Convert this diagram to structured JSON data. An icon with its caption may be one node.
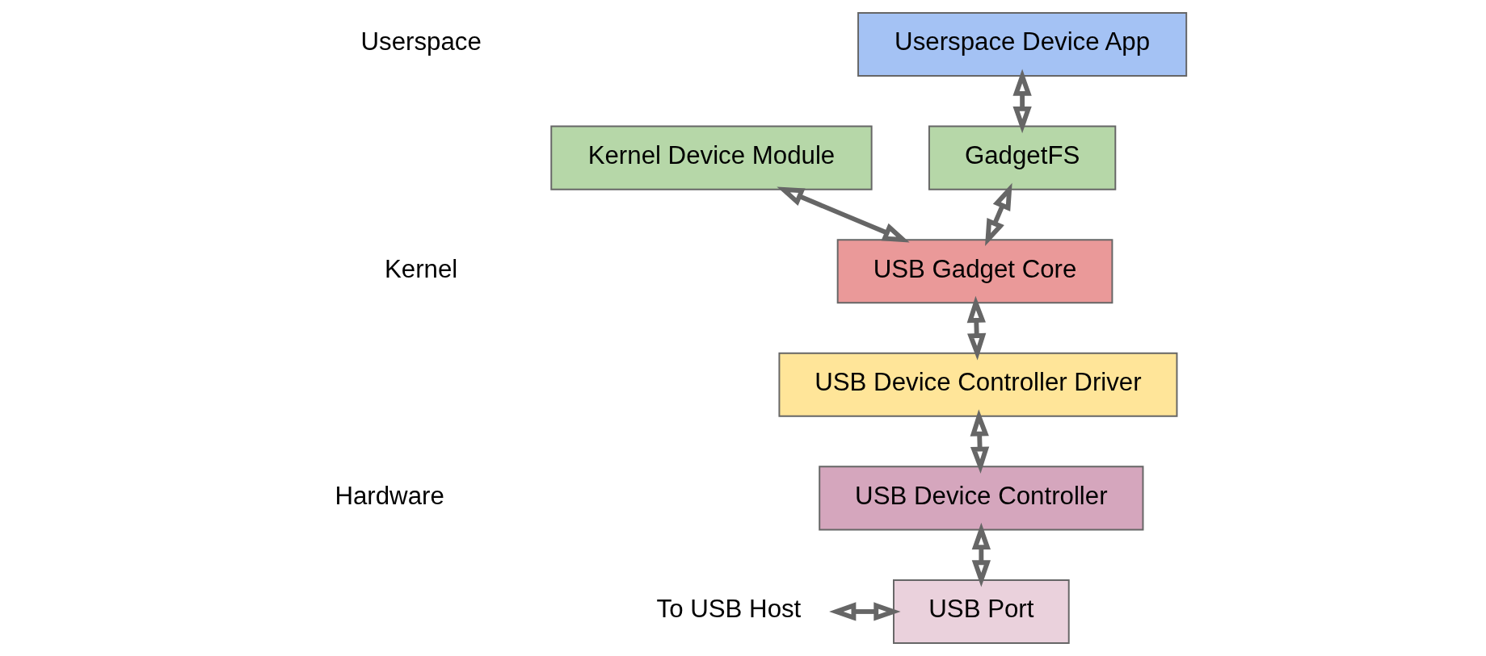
{
  "diagram": {
    "nodes": [
      {
        "text": [
          "Userspace Device App"
        ]
      },
      {
        "text": [
          "GadgetFS"
        ]
      },
      {
        "text": [
          "Kernel Device Module"
        ]
      },
      {
        "text": [
          "USB Gadget Core"
        ]
      },
      {
        "text": [
          "USB Device Controller Driver"
        ]
      },
      {
        "text": [
          "USB Device Controller"
        ]
      },
      {
        "text": [
          "USB Port"
        ]
      },
      {
        "text": [
          "To USB Host"
        ]
      }
    ],
    "edges": [
      {
        "from": 0,
        "to": 1,
        "arrow": "both"
      },
      {
        "from": 1,
        "to": 3,
        "arrow": "both"
      },
      {
        "from": 2,
        "to": 3,
        "arrow": "both"
      },
      {
        "from": 3,
        "to": 4,
        "arrow": "both"
      },
      {
        "from": 4,
        "to": 5,
        "arrow": "both"
      },
      {
        "from": 5,
        "to": 6,
        "arrow": "both"
      },
      {
        "from": 7,
        "to": 6,
        "arrow": "both"
      }
    ],
    "labels": [
      "Userspace",
      "Kernel",
      "Hardware"
    ]
  }
}
